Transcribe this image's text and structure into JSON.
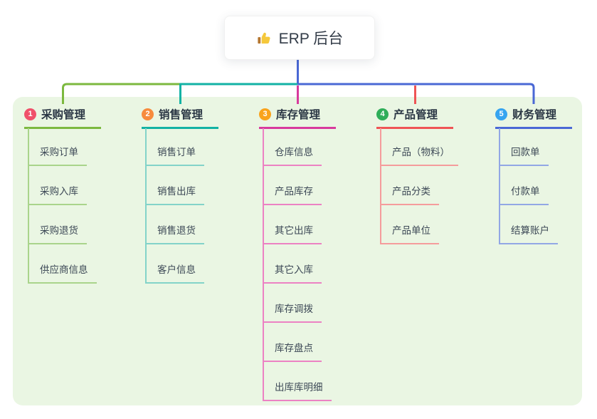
{
  "root": {
    "label": "ERP 后台",
    "icon": "thumbs-up"
  },
  "colors": {
    "page_bg": "#ffffff",
    "panel_bg": "#eaf6e3",
    "trunk_blue": "#4a68d5",
    "title_text": "#333c48",
    "item_text": "#3c4856",
    "thumb_hand": "#f5c83b",
    "thumb_cuff": "#b4762f"
  },
  "branches": [
    {
      "num": "1",
      "label": "采购管理",
      "color": "#7cb93f",
      "light_color": "#a9d48b",
      "badge_color": "#f0506a",
      "items": [
        "采购订单",
        "采购入库",
        "采购退货",
        "供应商信息"
      ]
    },
    {
      "num": "2",
      "label": "销售管理",
      "color": "#12b2a4",
      "light_color": "#83d3c9",
      "badge_color": "#f78b3d",
      "items": [
        "销售订单",
        "销售出库",
        "销售退货",
        "客户信息"
      ]
    },
    {
      "num": "3",
      "label": "库存管理",
      "color": "#d83a9d",
      "light_color": "#ec82c3",
      "badge_color": "#f9a31c",
      "items": [
        "仓库信息",
        "产品库存",
        "其它出库",
        "其它入库",
        "库存调拨",
        "库存盘点",
        "出库库明细"
      ]
    },
    {
      "num": "4",
      "label": "产品管理",
      "color": "#ef5455",
      "light_color": "#f59c9c",
      "badge_color": "#2fae59",
      "items": [
        "产品（物料）",
        "产品分类",
        "产品单位"
      ]
    },
    {
      "num": "5",
      "label": "财务管理",
      "color": "#4a68d5",
      "light_color": "#92a7e5",
      "badge_color": "#36a4f0",
      "items": [
        "回款单",
        "付款单",
        "结算账户"
      ]
    }
  ]
}
